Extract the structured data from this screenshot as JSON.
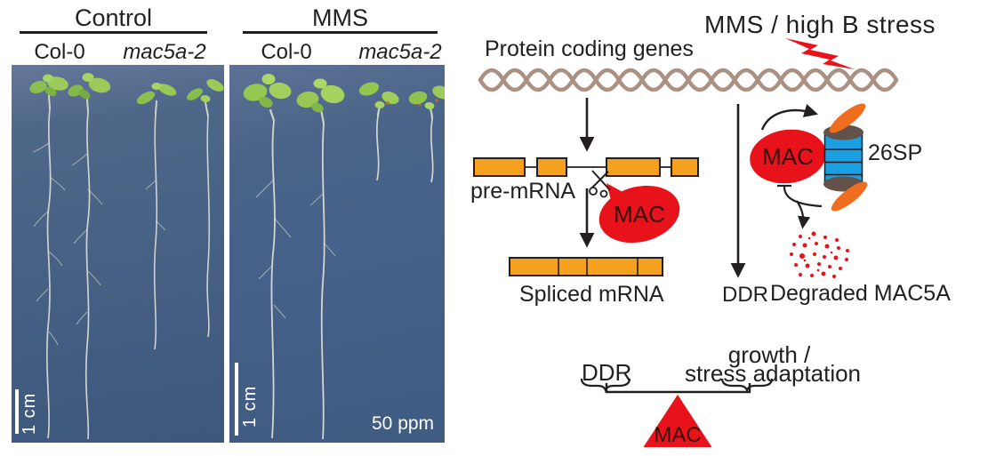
{
  "panels": [
    {
      "condition": "Control",
      "genotype_left": "Col-0",
      "genotype_right": "mac5a-2",
      "scale_bar_label": "1 cm"
    },
    {
      "condition": "MMS",
      "genotype_left": "Col-0",
      "genotype_right": "mac5a-2",
      "scale_bar_label": "1 cm",
      "corner_label": "50 ppm"
    }
  ],
  "pathway": {
    "gene_label": "Protein coding genes",
    "stress_label": "MMS / high B stress",
    "pre_mrna_label": "pre-mRNA",
    "mac_splicing_label": "MAC",
    "spliced_mrna_label": "Spliced mRNA",
    "ddr_label": "DDR",
    "mac_degradation_label": "MAC",
    "proteasome_label": "26SP",
    "degraded_label": "Degraded MAC5A"
  },
  "balance": {
    "left_label": "DDR",
    "right_label_line1": "growth /",
    "right_label_line2": "stress adaptation",
    "fulcrum_label": "MAC"
  },
  "colors": {
    "red": "#e8121a",
    "exon_orange": "#f5a11e",
    "dna_tan": "#ab9181",
    "proteasome_blue": "#1aa0e2",
    "proteasome_cap": "#63524a",
    "lid_orange": "#ee6d1e",
    "photo_background": "#46618a",
    "ink": "#231f20"
  }
}
